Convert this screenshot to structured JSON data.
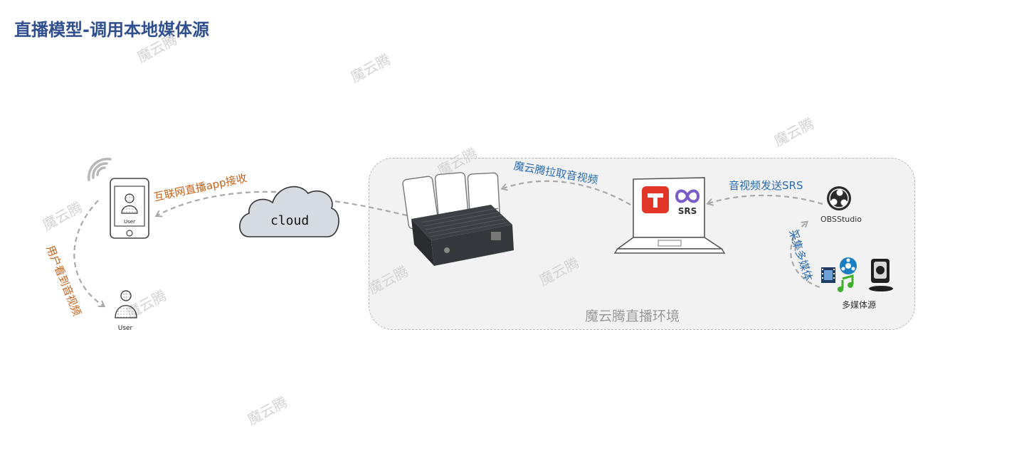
{
  "title": "直播模型-调用本地媒体源",
  "environment_label": "魔云腾直播环境",
  "watermark_text": "魔云腾",
  "cloud_label": "cloud",
  "user_label": "User",
  "arrows": {
    "pull_av": "魔云腾拉取音视频",
    "send_srs": "音视频发送SRS",
    "collect_media": "采集多媒体",
    "internet_receive": "互联网直播app接收",
    "user_sees": "用户看到音视频"
  },
  "nodes": {
    "obs": "OBSStudio",
    "media_sources": "多媒体源",
    "srs": "SRS"
  },
  "colors": {
    "title": "#2f4f8f",
    "blue_label": "#2c6cb0",
    "orange_label": "#c8631a",
    "arrow": "#a9a9a9"
  }
}
